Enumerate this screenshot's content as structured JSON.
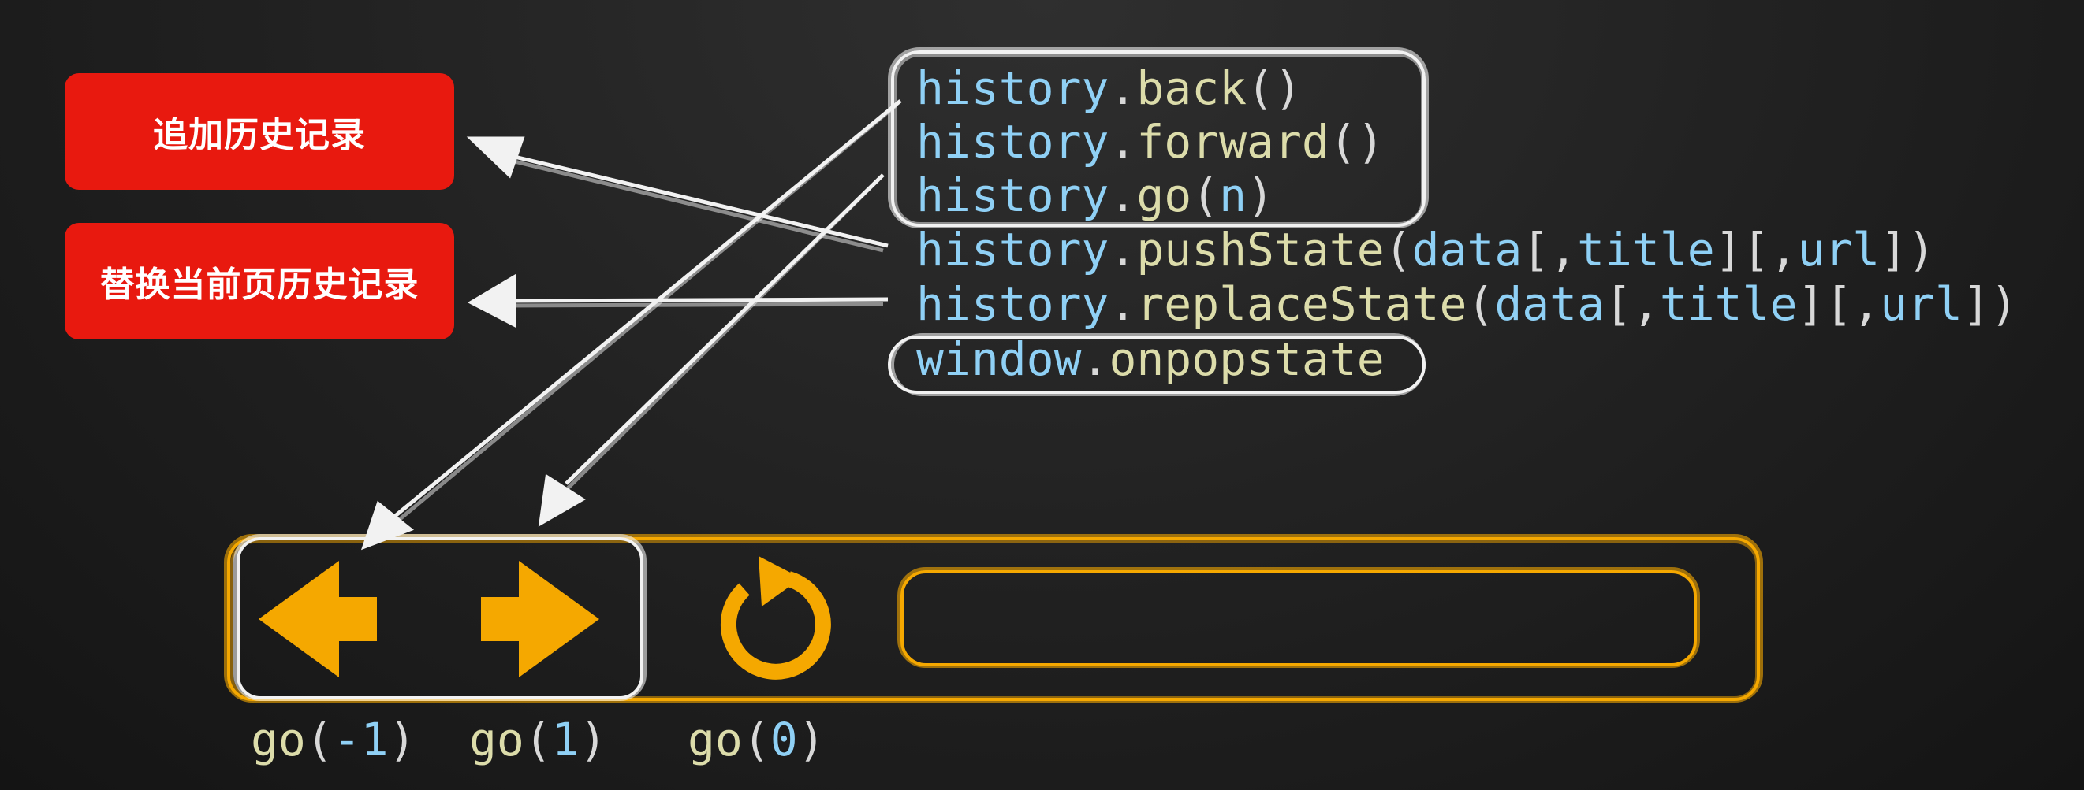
{
  "buttons": {
    "push_label": "追加历史记录",
    "replace_label": "替换当前页历史记录"
  },
  "code_lines": [
    {
      "obj": "history",
      "dot": ".",
      "method": "back",
      "args": "()"
    },
    {
      "obj": "history",
      "dot": ".",
      "method": "forward",
      "args": "()"
    },
    {
      "obj": "history",
      "dot": ".",
      "method": "go",
      "open": "(",
      "param": "n",
      "close": ")"
    },
    {
      "obj": "history",
      "dot": ".",
      "method": "pushState",
      "open": "(",
      "p1": "data",
      "s1": "[,",
      "p2": "title",
      "s2": "][,",
      "p3": "url",
      "close": "])"
    },
    {
      "obj": "history",
      "dot": ".",
      "method": "replaceState",
      "open": "(",
      "p1": "data",
      "s1": "[,",
      "p2": "title",
      "s2": "][,",
      "p3": "url",
      "close": "])"
    },
    {
      "obj": "window",
      "dot": ".",
      "method": "onpopstate"
    }
  ],
  "go_labels": {
    "back": {
      "fn": "go",
      "open": "(",
      "num": "-1",
      "close": ")"
    },
    "forward": {
      "fn": "go",
      "open": "(",
      "num": "1",
      "close": ")"
    },
    "reload": {
      "fn": "go",
      "open": "(",
      "num": "0",
      "close": ")"
    }
  },
  "colors": {
    "accent_orange": "#f5a800",
    "button_red": "#e8190f",
    "sketch_white": "#f2f2f2"
  },
  "icons": [
    "back-arrow-icon",
    "forward-arrow-icon",
    "reload-icon"
  ]
}
